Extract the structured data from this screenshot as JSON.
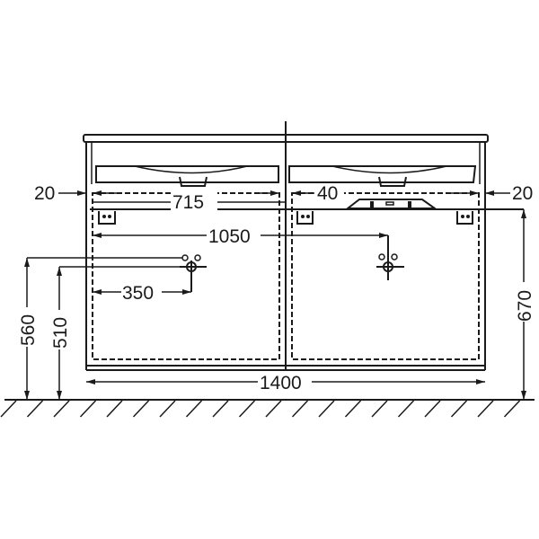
{
  "dimensions": {
    "left_side_gap": "20",
    "basin_spacing_half": "715",
    "center_gap": "40",
    "right_side_gap": "20",
    "tap_spacing": "1050",
    "tap_offset": "350",
    "total_width": "1400",
    "tap_height_upper": "560",
    "tap_height_lower": "510",
    "mounting_height": "670"
  }
}
